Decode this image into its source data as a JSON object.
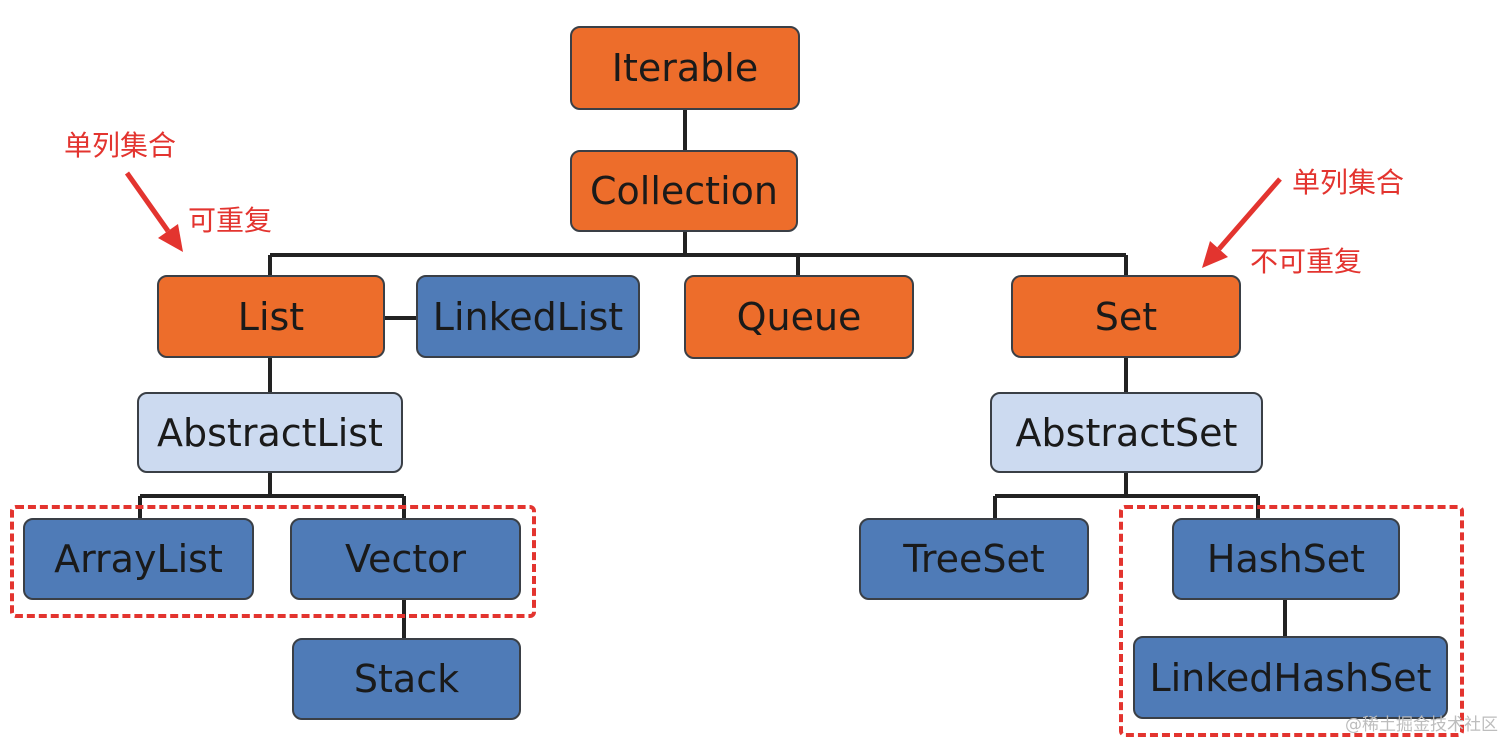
{
  "colors": {
    "interface": "#ed6d2b",
    "abstract": "#ccdaf0",
    "implementation": "#4f7bb7",
    "line": "#222222",
    "annotation": "#e3342f"
  },
  "nodes": {
    "iterable": "Iterable",
    "collection": "Collection",
    "list": "List",
    "linked_list": "LinkedList",
    "queue": "Queue",
    "set": "Set",
    "abstract_list": "AbstractList",
    "abstract_set": "AbstractSet",
    "array_list": "ArrayList",
    "vector": "Vector",
    "stack": "Stack",
    "tree_set": "TreeSet",
    "hash_set": "HashSet",
    "linked_hash_set": "LinkedHashSet"
  },
  "annotations": {
    "left_line1": "单列集合",
    "left_line2": "可重复",
    "right_line1": "单列集合",
    "right_line2": "不可重复"
  },
  "watermark": "@稀土掘金技术社区"
}
